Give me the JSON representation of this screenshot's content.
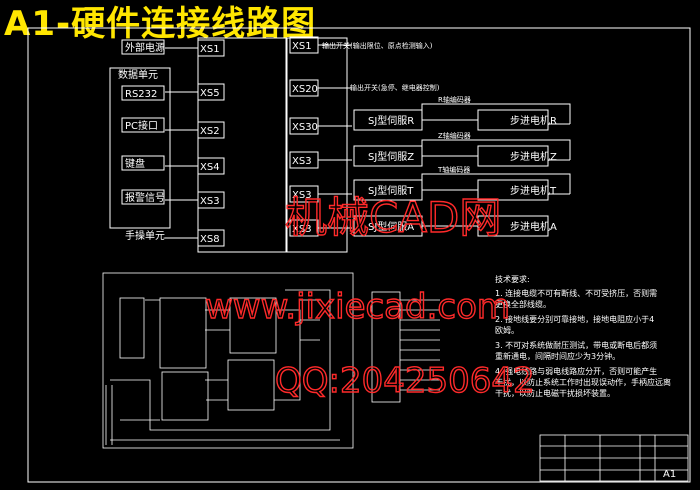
{
  "title": "A1-硬件连接线路图",
  "left_modules": [
    "外部电源",
    "数据单元",
    "RS232",
    "PC接口",
    "键盘",
    "报警信号",
    "手操单元"
  ],
  "connectors_left": [
    "XS1",
    "XS5",
    "XS2",
    "XS4",
    "XS3",
    "XS8"
  ],
  "connectors_right": [
    "XS1",
    "XS20",
    "XS30",
    "XS3",
    "XS3",
    "XS3"
  ],
  "right_top_labels": [
    "输出开关(输出限位、原点检测输入)",
    "输出开关(急停、继电器控制)"
  ],
  "encoder_labels": [
    "R轴编码器",
    "Z轴编码器",
    "T轴编码器"
  ],
  "drivers": [
    "SJ型伺服R",
    "SJ型伺服Z",
    "SJ型伺服T",
    "SJ型伺服A"
  ],
  "motors": [
    "步进电机R",
    "步进电机Z",
    "步进电机T",
    "步进电机A"
  ],
  "notes_title": "技术要求:",
  "notes": [
    "1. 连接电缆不可有断线、不可受挤压，否则需更换全部线缆。",
    "2. 接地线要分别可靠接地，接地电阻应小于4欧姆。",
    "3. 不可对系统做耐压测试，带电或断电后都须重新通电，间隔时间应少为3分钟。",
    "4. 强电线路与弱电线路应分开，否则可能产生干扰，以防止系统工作时出现误动作，手柄应远离干扰，以防止电磁干扰损坏装置。"
  ],
  "watermark": {
    "line1": "机械CAD网",
    "line2": "www.jixiecad.com",
    "line3": "QQ:204250642"
  },
  "title_block": {
    "drawing_no": "A1"
  },
  "colors": {
    "title": "#ffe600",
    "watermark": "#ff2a2a",
    "lines": "#ffffff",
    "background": "#000000"
  }
}
